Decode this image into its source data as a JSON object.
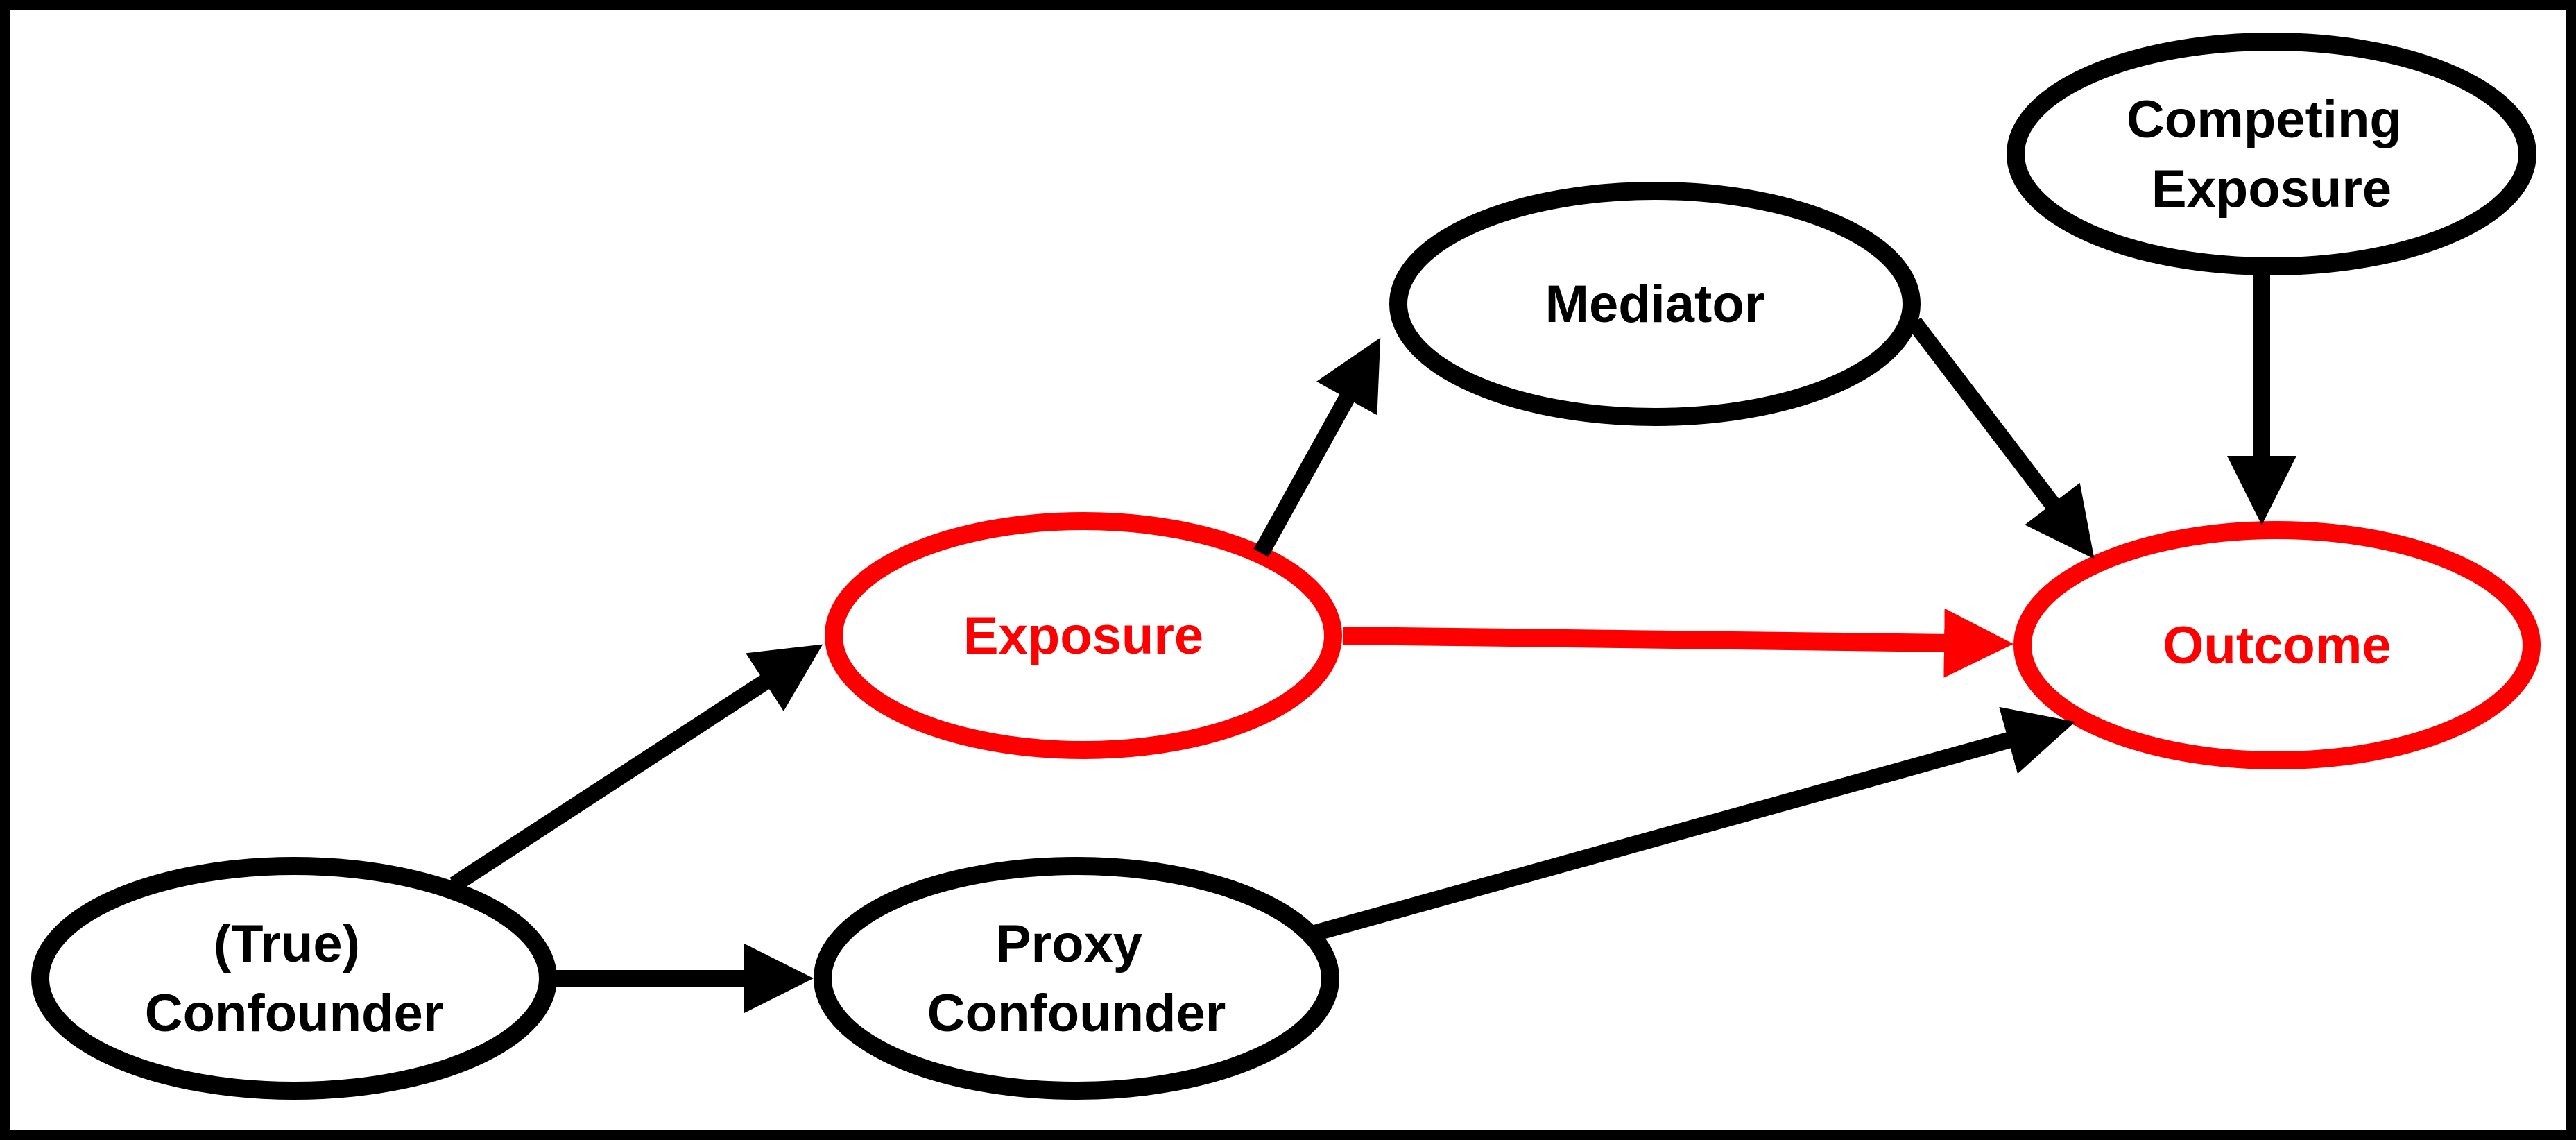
{
  "colors": {
    "background": "#ffffff",
    "ink": "#000000",
    "highlight": "#ff0000"
  },
  "nodes": [
    {
      "id": "competing-exposure",
      "lines": [
        "Competing",
        "Exposure"
      ],
      "emphasis": false
    },
    {
      "id": "mediator",
      "lines": [
        "Mediator"
      ],
      "emphasis": false
    },
    {
      "id": "exposure",
      "lines": [
        "Exposure"
      ],
      "emphasis": true
    },
    {
      "id": "outcome",
      "lines": [
        "Outcome"
      ],
      "emphasis": true
    },
    {
      "id": "true-confounder",
      "lines": [
        "(True)",
        "Confounder"
      ],
      "emphasis": false
    },
    {
      "id": "proxy-confounder",
      "lines": [
        "Proxy",
        "Confounder"
      ],
      "emphasis": false
    }
  ],
  "edges": [
    {
      "from": "true-confounder",
      "to": "exposure",
      "color": "#000000",
      "highlighted": false
    },
    {
      "from": "true-confounder",
      "to": "proxy-confounder",
      "color": "#000000",
      "highlighted": false
    },
    {
      "from": "proxy-confounder",
      "to": "outcome",
      "color": "#000000",
      "highlighted": false
    },
    {
      "from": "exposure",
      "to": "mediator",
      "color": "#000000",
      "highlighted": false
    },
    {
      "from": "mediator",
      "to": "outcome",
      "color": "#000000",
      "highlighted": false
    },
    {
      "from": "exposure",
      "to": "outcome",
      "color": "#ff0000",
      "highlighted": true
    },
    {
      "from": "competing-exposure",
      "to": "outcome",
      "color": "#000000",
      "highlighted": false
    }
  ]
}
